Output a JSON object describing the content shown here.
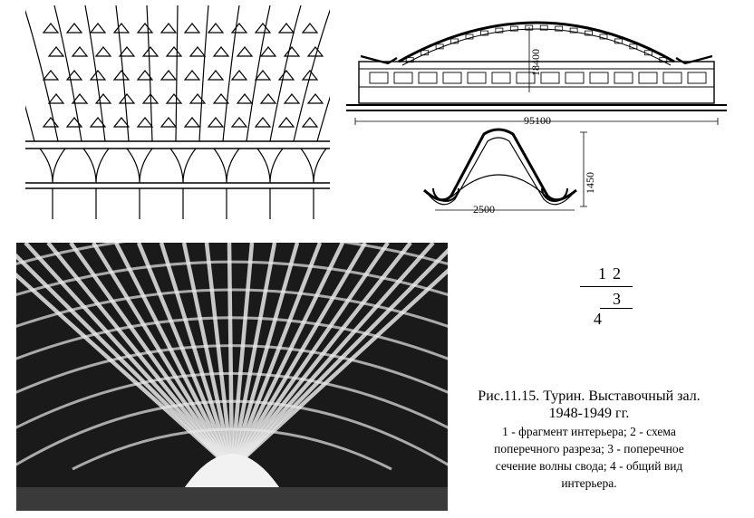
{
  "dimensions": {
    "span": "95100",
    "rise": "18400",
    "wave_height": "1450",
    "wave_width": "2500"
  },
  "key": {
    "n1": "1",
    "n2": "2",
    "n3": "3",
    "n4": "4"
  },
  "caption": {
    "title_line1": "Рис.11.15. Турин. Выставочный зал.",
    "title_line2": "1948-1949 гг.",
    "legend_line1": "1 - фрагмент интерьера; 2 - схема",
    "legend_line2": "поперечного разреза; 3 - поперечное",
    "legend_line3": "сечение волны свода; 4 - общий вид",
    "legend_line4": "интерьера."
  }
}
